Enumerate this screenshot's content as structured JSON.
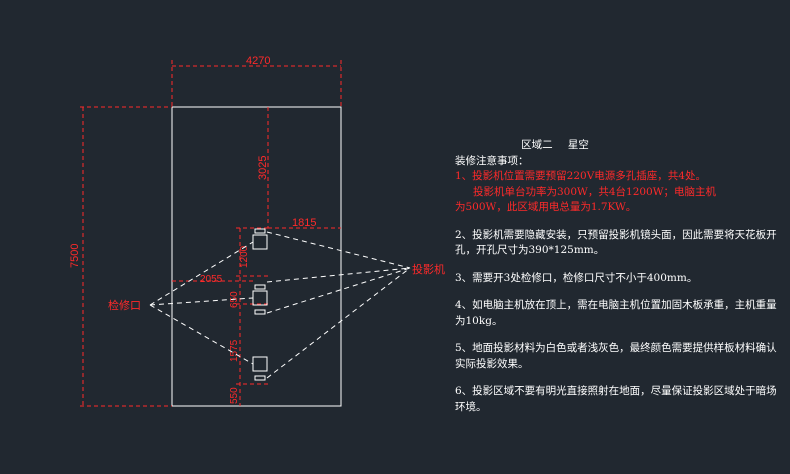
{
  "drawing": {
    "dims": {
      "top_width": "4270",
      "total_height": "7500",
      "top_offset": "3025",
      "projector_offset": "1815",
      "spacing_a": "1200",
      "spacing_b": "2055",
      "spacing_c": "650",
      "spacing_d": "1575",
      "bottom_offset": "550"
    },
    "labels": {
      "projector": "投影机",
      "access_port": "检修口"
    },
    "colors": {
      "background": "#212830",
      "outline": "#ffffff",
      "dimension": "#ff2a2a",
      "dashed": "#ffffff"
    }
  },
  "notes": {
    "title_region": "区域二",
    "title_name": "星空",
    "heading": "装修注意事项：",
    "item1_line1": "1、投影机位置需要预留220V电源多孔插座，共4处。",
    "item1_line2": "投影机单台功率为300W，共4台1200W；电脑主机",
    "item1_line3": "为500W，此区域用电总量为1.7KW。",
    "item2": "2、投影机需要隐藏安装，只预留投影机镜头面，因此需要将天花板开孔，开孔尺寸为390*125mm。",
    "item3": "3、需要开3处检修口，检修口尺寸不小于400mm。",
    "item4": "4、如电脑主机放在顶上，需在电脑主机位置加固木板承重，主机重量为10kg。",
    "item5": "5、地面投影材料为白色或者浅灰色，最终颜色需要提供样板材料确认实际投影效果。",
    "item6": "6、投影区域不要有明光直接照射在地面，尽量保证投影区域处于暗场环境。"
  }
}
